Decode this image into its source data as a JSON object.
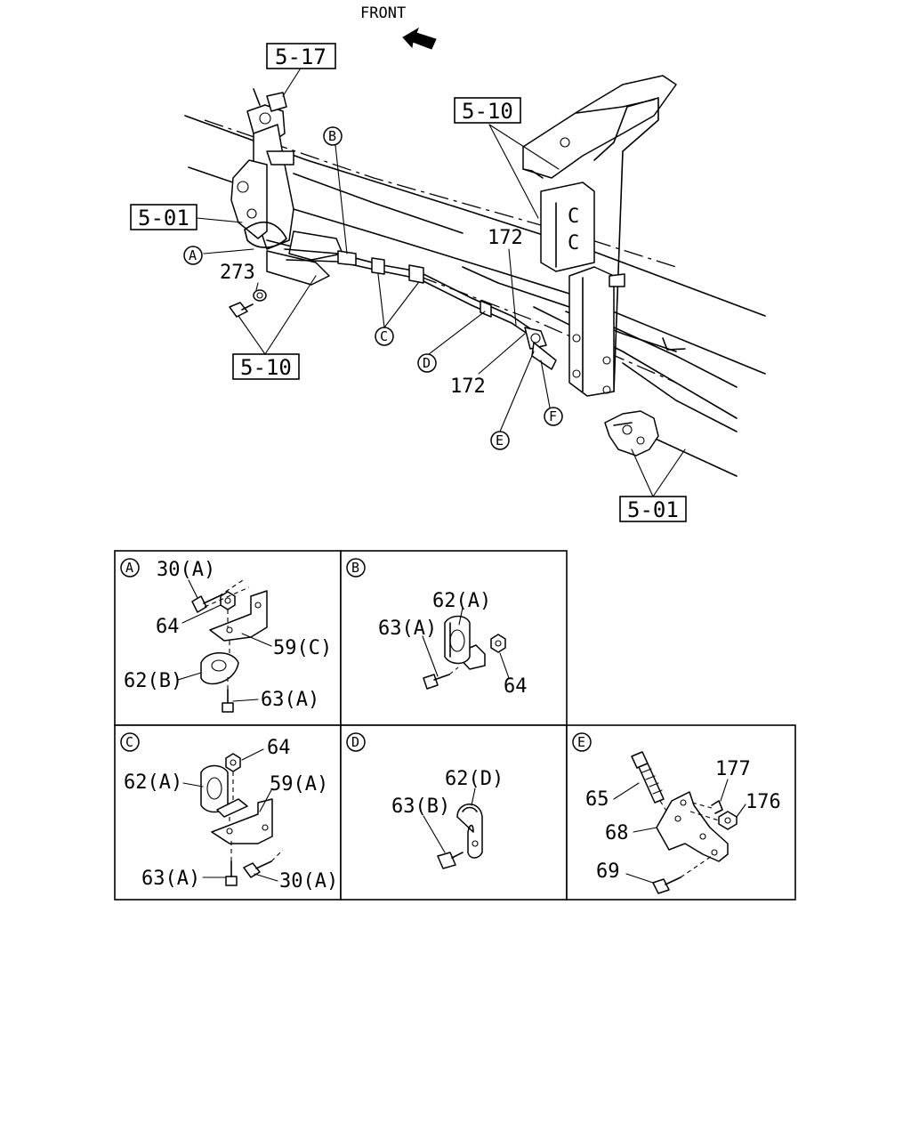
{
  "direction_label": "FRONT",
  "refs": {
    "r517": "5-17",
    "r510_top": "5-10",
    "r501_left": "5-01",
    "r510_bottom": "5-10",
    "r501_right": "5-01"
  },
  "part_numbers": {
    "p273": "273",
    "p172_top": "172",
    "p172_bottom": "172"
  },
  "detail_markers": {
    "A": "A",
    "B": "B",
    "C": "C",
    "D": "D",
    "E": "E",
    "F": "F"
  },
  "details": {
    "A": {
      "marker": "A",
      "labels": [
        "30(A)",
        "64",
        "59(C)",
        "62(B)",
        "63(A)"
      ]
    },
    "B": {
      "marker": "B",
      "labels": [
        "62(A)",
        "63(A)",
        "64"
      ]
    },
    "C": {
      "marker": "C",
      "labels": [
        "64",
        "62(A)",
        "59(A)",
        "63(A)",
        "30(A)"
      ]
    },
    "D": {
      "marker": "D",
      "labels": [
        "62(D)",
        "63(B)"
      ]
    },
    "E": {
      "marker": "E",
      "labels": [
        "177",
        "65",
        "176",
        "68",
        "69"
      ]
    }
  }
}
